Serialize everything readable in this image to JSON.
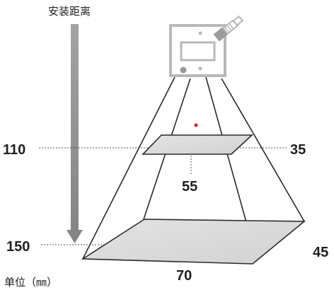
{
  "diagram": {
    "top_caption": "安装距离",
    "unit_label": "单位（㎜）",
    "near_distance": "110",
    "far_distance": "150",
    "near_width": "35",
    "near_depth": "55",
    "far_width": "70",
    "far_depth": "45"
  },
  "colors": {
    "line": "#2a2a2a",
    "arrow": "#8f8f8f",
    "plane": "#d9d9d9",
    "sensor_border": "#b8b8b8",
    "sensor_fill": "#ffffff",
    "laser_dot": "#d92b2b"
  }
}
